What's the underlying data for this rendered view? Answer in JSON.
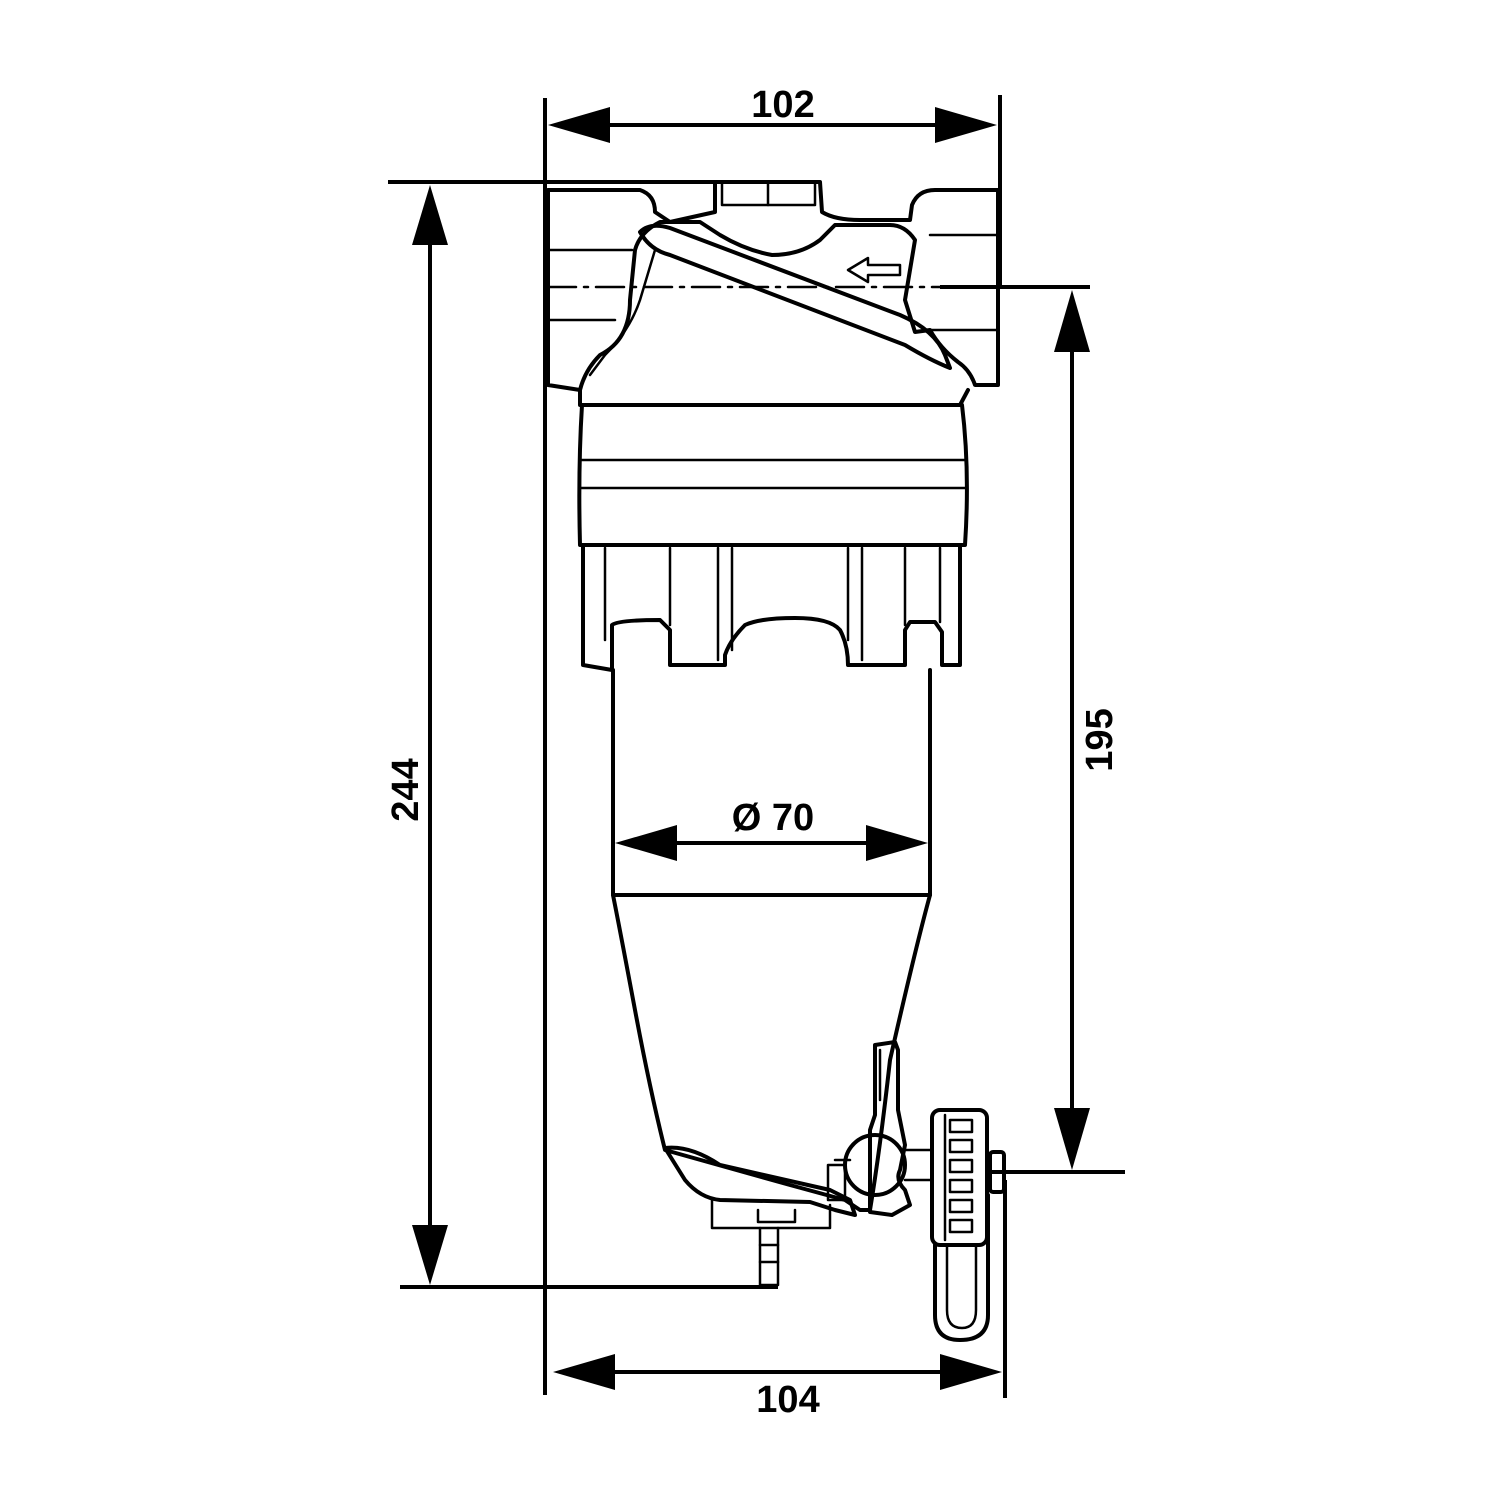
{
  "drawing": {
    "subject": "filter housing technical drawing",
    "line_color": "#000000",
    "background_color": "#ffffff"
  },
  "dimensions": {
    "top_width": "102",
    "bottom_width": "104",
    "total_height": "244",
    "connection_to_drain_height": "195",
    "bowl_diameter": "Ø 70"
  }
}
